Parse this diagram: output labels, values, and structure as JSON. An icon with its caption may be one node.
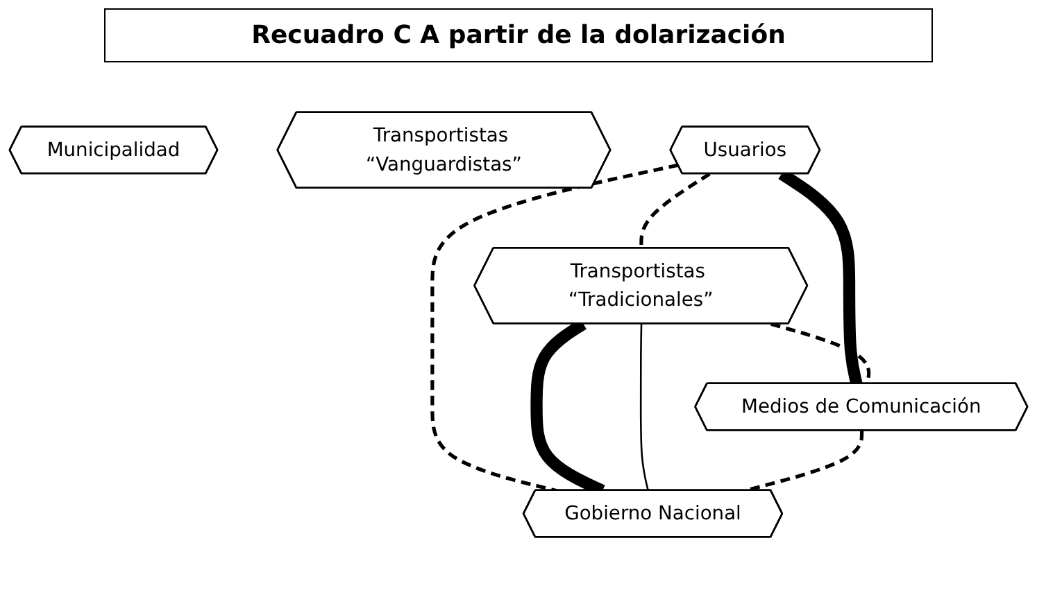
{
  "diagram": {
    "title": "Recuadro C A partir de la dolarización",
    "nodes": [
      {
        "text": [
          "Municipalidad"
        ]
      },
      {
        "text": [
          "Transportistas “Vanguardistas”"
        ]
      },
      {
        "text": [
          "Usuarios"
        ]
      },
      {
        "text": [
          "Transportistas “Tradicionales”"
        ]
      },
      {
        "text": [
          "Medios de Comunicación"
        ]
      },
      {
        "text": [
          "Gobierno Nacional"
        ]
      }
    ],
    "edges": [
      {
        "from": 2,
        "to": 3,
        "arrow": "none",
        "style": "dashed"
      },
      {
        "from": 2,
        "to": 4,
        "arrow": "none",
        "style": "thick"
      },
      {
        "from": 2,
        "to": 5,
        "arrow": "none",
        "style": "dashed"
      },
      {
        "from": 3,
        "to": 4,
        "arrow": "none",
        "style": "dashed"
      },
      {
        "from": 3,
        "to": 5,
        "arrow": "none",
        "style": "thick"
      },
      {
        "from": 3,
        "to": 5,
        "arrow": "none"
      },
      {
        "from": 4,
        "to": 5,
        "arrow": "none",
        "style": "dashed"
      }
    ]
  }
}
